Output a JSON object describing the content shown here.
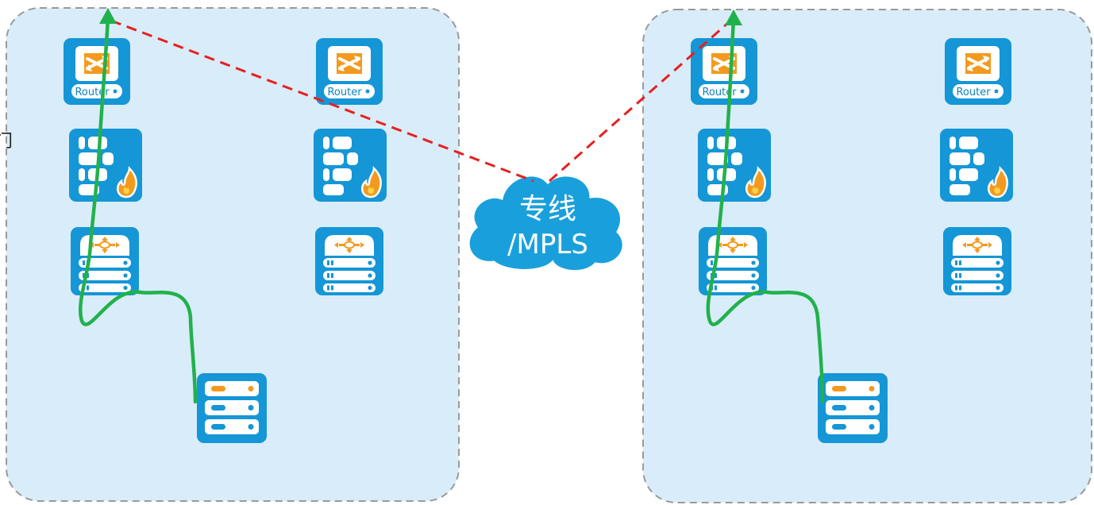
{
  "cloud": {
    "line1": "专线",
    "line2": "/MPLS"
  },
  "left_site": {
    "router_a_label": "Router",
    "router_b_label": "Router"
  },
  "right_site": {
    "router_a_label": "Router",
    "router_b_label": "Router"
  },
  "edge_text": "门",
  "colors": {
    "site_fill": "#d9ecf9",
    "site_border": "#9a9a9a",
    "device_blue": "#1596d6",
    "accent_orange": "#f39a1e",
    "flow_green": "#21b14c",
    "tunnel_red": "#e62020",
    "cloud_blue": "#19a0dc"
  }
}
